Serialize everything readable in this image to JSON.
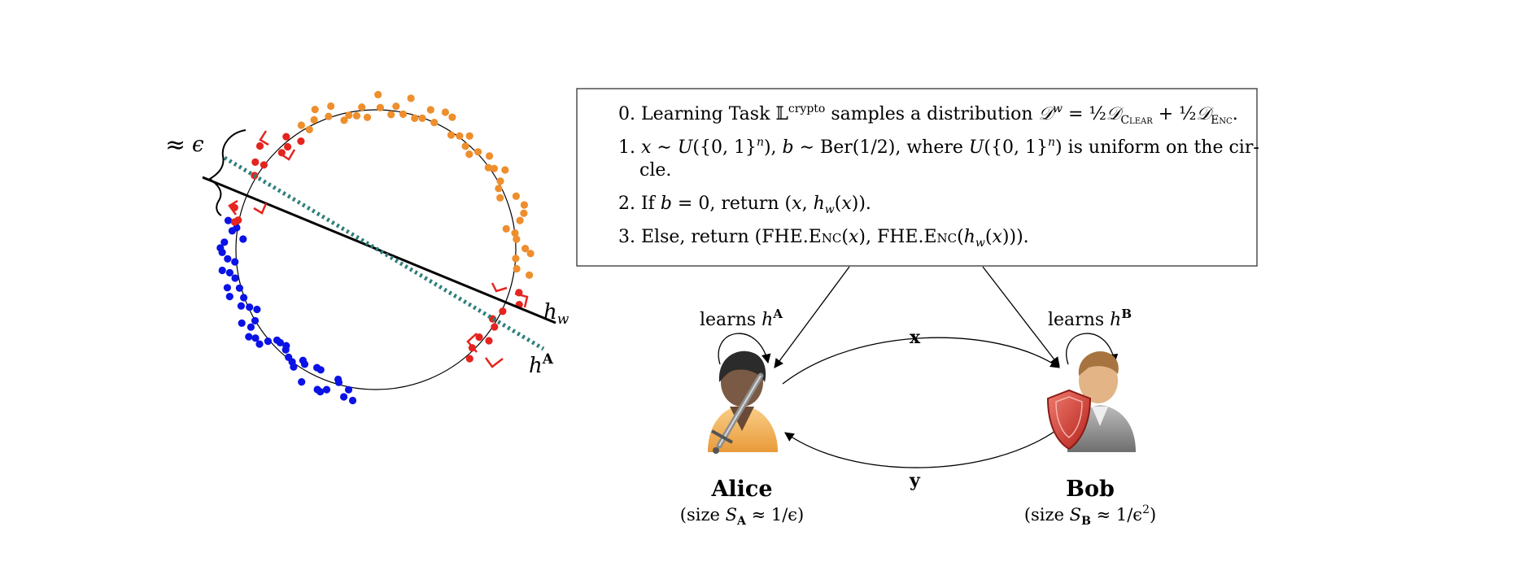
{
  "left_figure": {
    "label_eps_approx": "≈",
    "label_eps": "ϵ",
    "label_hw_h": "h",
    "label_hw_sub": "w",
    "label_hA_h": "h",
    "label_hA_sup": "A"
  },
  "task_box": {
    "items": [
      {
        "num": "0.",
        "parts": [
          {
            "t": " Learning Task "
          },
          {
            "t": "𝕃"
          },
          {
            "t": "crypto",
            "sup": true
          },
          {
            "t": " samples a distribution "
          },
          {
            "t": "𝒟",
            "m": true
          },
          {
            "t": "w",
            "sup": true,
            "m": true
          },
          {
            "t": " = ½"
          },
          {
            "t": "𝒟",
            "m": true
          },
          {
            "t": "Clear",
            "sub": true,
            "sc": true
          },
          {
            "t": " + ½"
          },
          {
            "t": "𝒟",
            "m": true
          },
          {
            "t": "Enc",
            "sub": true,
            "sc": true
          },
          {
            "t": "."
          }
        ]
      },
      {
        "num": "1.",
        "parts": [
          {
            "t": " x",
            "m": true
          },
          {
            "t": " ∼ "
          },
          {
            "t": "U",
            "m": true
          },
          {
            "t": "({0, 1}"
          },
          {
            "t": "n",
            "sup": true,
            "m": true
          },
          {
            "t": "), "
          },
          {
            "t": "b",
            "m": true
          },
          {
            "t": " ∼ Ber(1/2), where "
          },
          {
            "t": "U",
            "m": true
          },
          {
            "t": "({0, 1}"
          },
          {
            "t": "n",
            "sup": true,
            "m": true
          },
          {
            "t": ") is uniform on the cir-"
          }
        ],
        "cont": "cle."
      },
      {
        "num": "2.",
        "parts": [
          {
            "t": " If "
          },
          {
            "t": "b",
            "m": true
          },
          {
            "t": " = 0, return ("
          },
          {
            "t": "x",
            "m": true
          },
          {
            "t": ", "
          },
          {
            "t": "h",
            "m": true
          },
          {
            "t": "w",
            "sub": true,
            "m": true
          },
          {
            "t": "("
          },
          {
            "t": "x",
            "m": true
          },
          {
            "t": "))."
          }
        ]
      },
      {
        "num": "3.",
        "parts": [
          {
            "t": " Else, return (FHE."
          },
          {
            "t": "Enc",
            "sc": true
          },
          {
            "t": "("
          },
          {
            "t": "x",
            "m": true
          },
          {
            "t": "), FHE."
          },
          {
            "t": "Enc",
            "sc": true
          },
          {
            "t": "("
          },
          {
            "t": "h",
            "m": true
          },
          {
            "t": "w",
            "sub": true,
            "m": true
          },
          {
            "t": "("
          },
          {
            "t": "x",
            "m": true
          },
          {
            "t": ")))."
          }
        ]
      }
    ]
  },
  "protocol": {
    "alice_learns": "learns ",
    "alice_learns_h": "h",
    "alice_learns_sup": "A",
    "bob_learns": "learns ",
    "bob_learns_h": "h",
    "bob_learns_sup": "B",
    "msg_x": "x",
    "msg_y": "y",
    "alice_name": "Alice",
    "bob_name": "Bob",
    "alice_size_pre": "(size ",
    "alice_size_S": "S",
    "alice_size_sub": "A",
    "alice_size_post": " ≈ 1/ϵ)",
    "bob_size_pre": "(size ",
    "bob_size_S": "S",
    "bob_size_sub": "B",
    "bob_size_post": " ≈ 1/ϵ",
    "bob_size_sup": "2",
    "bob_size_end": ")"
  },
  "colors": {
    "orange": "#EE8E2D",
    "blue": "#0A12E6",
    "red": "#E5241F",
    "teal": "#2E7F7A",
    "alice_skin": "#7A5A44",
    "alice_shirt": "#F3B660",
    "bob_skin": "#E2B486",
    "bob_shirt": "#8C8C8C",
    "shield": "#D6332B"
  }
}
